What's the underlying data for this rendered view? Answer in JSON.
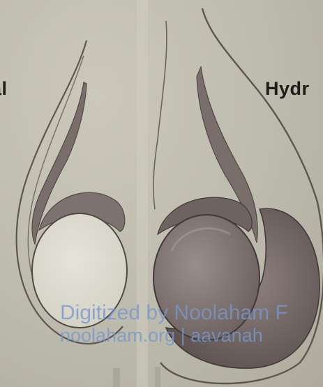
{
  "labels": {
    "left": "al",
    "right": "Hydr"
  },
  "watermark": {
    "line1": "Digitized by Noolaham F",
    "line2": "noolaham.org | aavanah"
  },
  "colors": {
    "paper": "#c4c1b4",
    "ink": "#1f1d19",
    "tissue": "#7a6e6b",
    "fluid_sac": "#8a7c7a",
    "watermark": "#7896cd"
  }
}
